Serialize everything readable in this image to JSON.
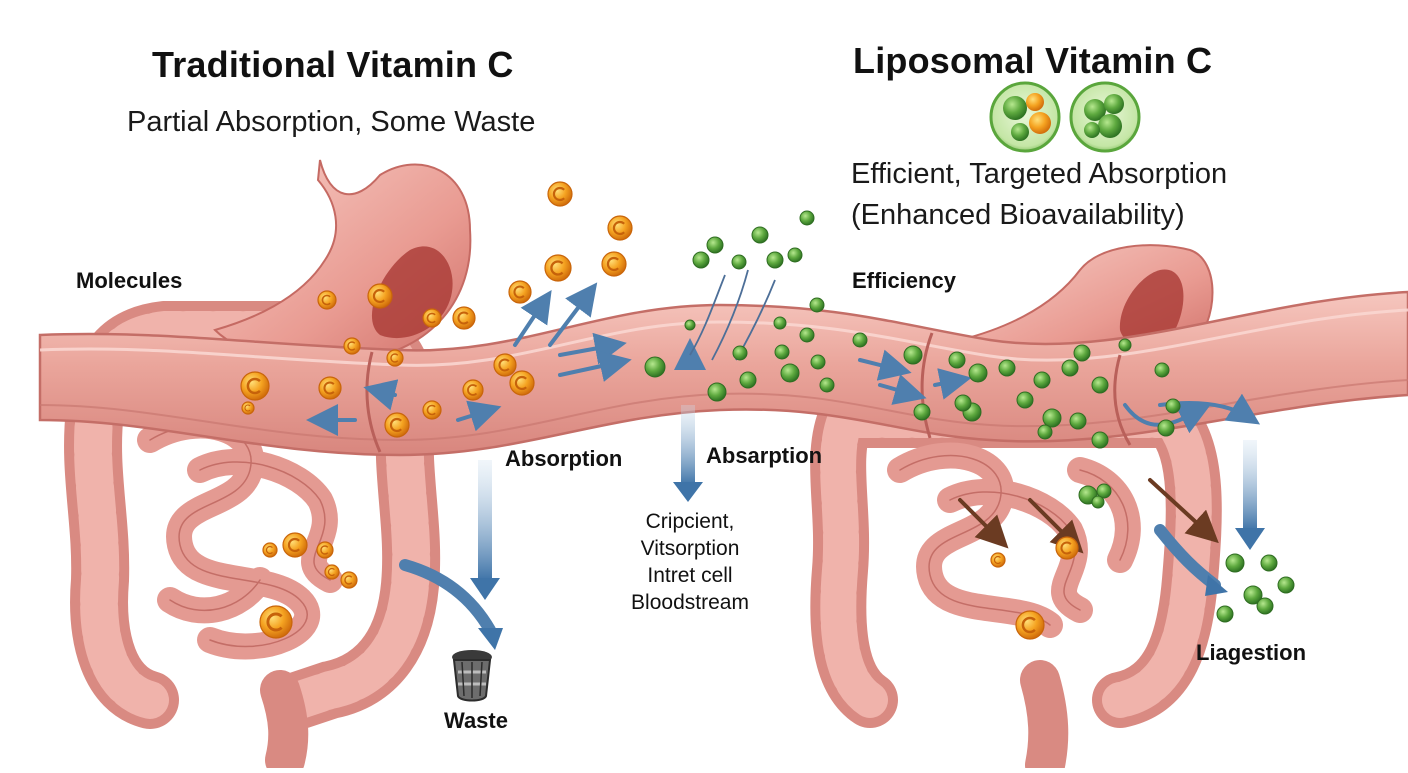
{
  "left_panel": {
    "title": "Traditional Vitamin C",
    "subtitle": "Partial Absorption, Some Waste",
    "label_molecules": "Molecules",
    "label_absorption": "Absorption",
    "label_waste": "Waste"
  },
  "right_panel": {
    "title": "Liposomal Vitamin C",
    "subtitle_line1": "Efficient, Targeted Absorption",
    "subtitle_line2": "(Enhanced Bioavailability)",
    "label_efficiency": "Efficiency",
    "label_ingestion": "Liagestion"
  },
  "center": {
    "label_absorption": "Absarption",
    "note": "Cripcient,\nVitsorption\nIntret cell\nBloodstream"
  },
  "colors": {
    "tissue": "#e9a29a",
    "tissue_dark": "#c9706a",
    "vitamin_c_orange": "#f29a1c",
    "liposome_green": "#5aa63c",
    "arrow_blue": "#4f7fae",
    "arrow_brown": "#6b3b22"
  },
  "icons": {
    "traditional_molecule": "orange-vitamin-c-molecule-icon",
    "liposome": "green-liposome-icon",
    "waste": "trash-bin-icon"
  }
}
